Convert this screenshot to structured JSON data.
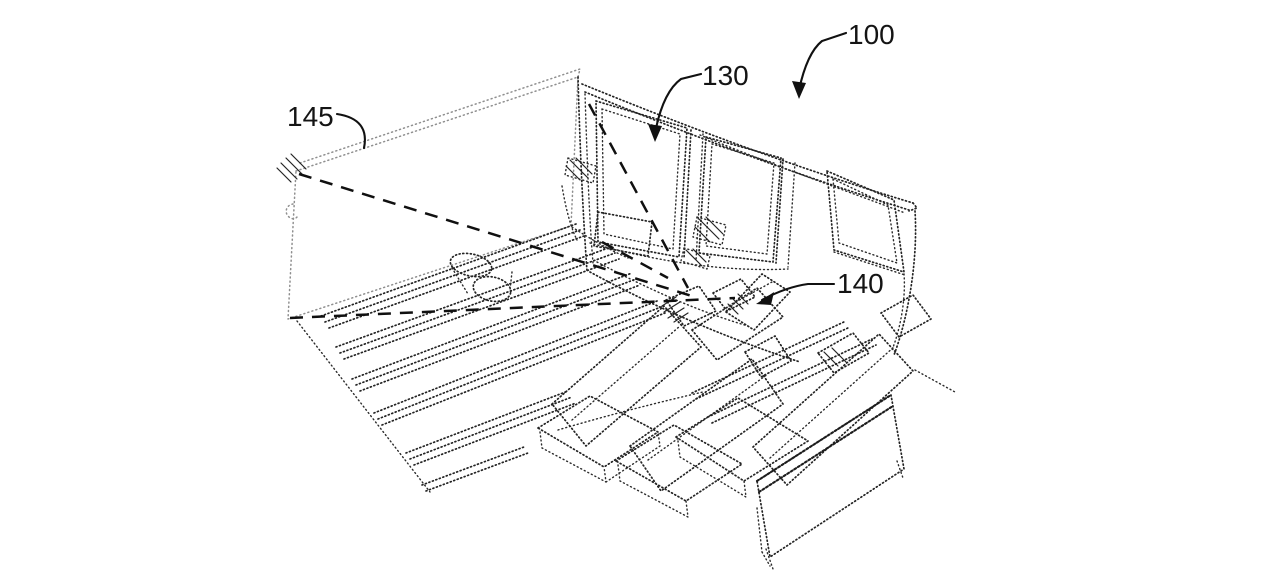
{
  "figure": {
    "kind": "patent-line-drawing",
    "description": "Perspective line drawing of a vehicle cabin: a wide projection screen at the front, dashed projection-cone lines converging on a projector mounted on a front seat back, two rows of seats, door windows and floor seat tracks.",
    "colors": {
      "background": "#ffffff",
      "ink": "#1f1f1f",
      "screen_outline": "#8f8f8f"
    },
    "labels": [
      {
        "id": "100",
        "text": "100",
        "refers_to": "vehicle interior overall"
      },
      {
        "id": "130",
        "text": "130",
        "refers_to": "cabin / window area"
      },
      {
        "id": "140",
        "text": "140",
        "refers_to": "projector unit on seat back"
      },
      {
        "id": "145",
        "text": "145",
        "refers_to": "projection screen"
      }
    ]
  }
}
